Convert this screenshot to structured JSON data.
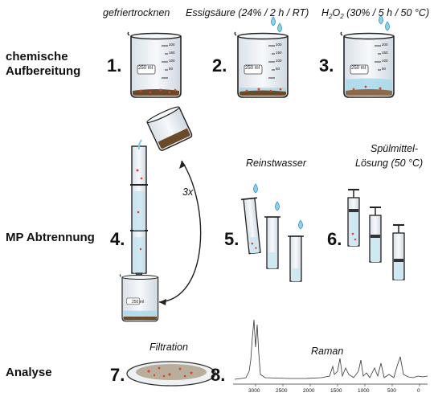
{
  "sections": {
    "chem": [
      "chemische",
      "Aufbereitung"
    ],
    "mp": "MP Abtrennung",
    "analyse": "Analyse"
  },
  "captions": {
    "freeze": "gefriertrocknen",
    "acetic": "Essigsäure (24% / 2 h / RT)",
    "h2o2_pre": "H",
    "h2o2_sub1": "2",
    "h2o2_mid": "O",
    "h2o2_sub2": "2",
    "h2o2_post": " (30% / 5 h / 50 °C)",
    "reinstwasser": "Reinstwasser",
    "spuel": [
      "Spülmittel-",
      "Lösung (50 °C)"
    ],
    "filtration": "Filtration",
    "raman": "Raman",
    "repeat": "3x"
  },
  "steps": [
    "1.",
    "2.",
    "3.",
    "4.",
    "5.",
    "6.",
    "7.",
    "8."
  ],
  "beaker": {
    "volume_label": "250 ml",
    "graduation_labels": [
      "200",
      "150",
      "100",
      "50"
    ]
  },
  "raman_spectrum": {
    "x_ticks": [
      "3000",
      "2500",
      "2000",
      "1500",
      "1000",
      "500",
      "0"
    ]
  },
  "colors": {
    "water": "#7fc6e6",
    "sediment": "#6b4a2a",
    "particle": "#d9442b",
    "glass": "#e9eef2",
    "outline": "#222222"
  }
}
